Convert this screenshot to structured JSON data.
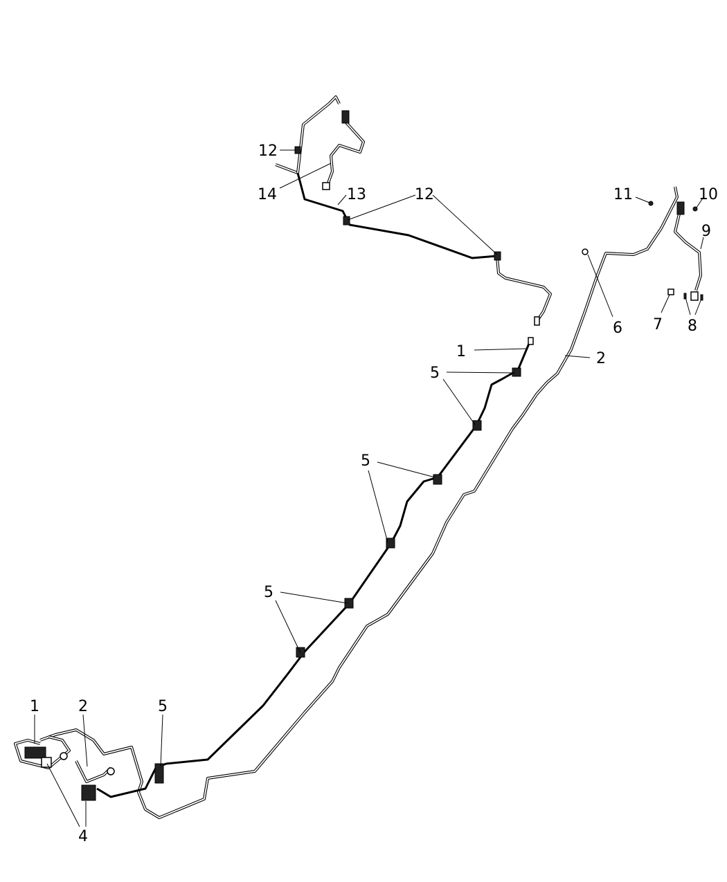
{
  "diagram": {
    "type": "parts-diagram",
    "callouts": {
      "c12a": "12",
      "c14": "14",
      "c13": "13",
      "c12b": "12",
      "c11": "11",
      "c10": "10",
      "c9": "9",
      "c6": "6",
      "c7": "7",
      "c8": "8",
      "c1a": "1",
      "c2a": "2",
      "c5a": "5",
      "c5b": "5",
      "c5c": "5",
      "c1b": "1",
      "c2b": "2",
      "c5d": "5",
      "c4": "4"
    }
  }
}
